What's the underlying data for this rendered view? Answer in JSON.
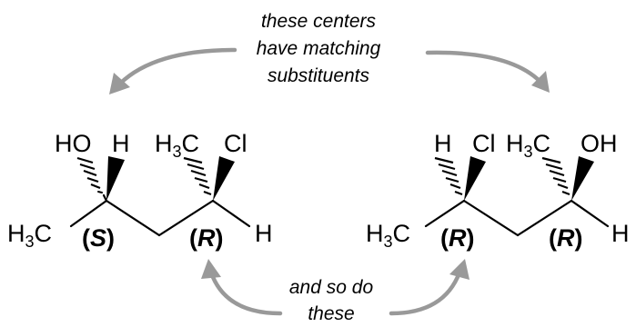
{
  "annotations": {
    "top_line1": "these centers",
    "top_line2": "have matching",
    "top_line3": "substituents",
    "bottom_line1": "and so do",
    "bottom_line2": "these"
  },
  "left_molecule": {
    "ho": "HO",
    "h_top": "H",
    "h3c_top_main": "H",
    "h3c_top_sub": "3",
    "h3c_top_end": "C",
    "cl": "Cl",
    "h3c_main": "H",
    "h3c_sub": "3",
    "h3c_end": "C",
    "cfg1_open": "(",
    "cfg1_letter": "S",
    "cfg1_close": ")",
    "cfg2_open": "(",
    "cfg2_letter": "R",
    "cfg2_close": ")",
    "h_right": "H"
  },
  "right_molecule": {
    "h_top": "H",
    "cl": "Cl",
    "h3c_top_main": "H",
    "h3c_top_sub": "3",
    "h3c_top_end": "C",
    "oh": "OH",
    "h3c_main": "H",
    "h3c_sub": "3",
    "h3c_end": "C",
    "cfg1_open": "(",
    "cfg1_letter": "R",
    "cfg1_close": ")",
    "cfg2_open": "(",
    "cfg2_letter": "R",
    "cfg2_close": ")",
    "h_right": "H"
  },
  "colors": {
    "arrow": "#999999",
    "ink": "#000000"
  }
}
